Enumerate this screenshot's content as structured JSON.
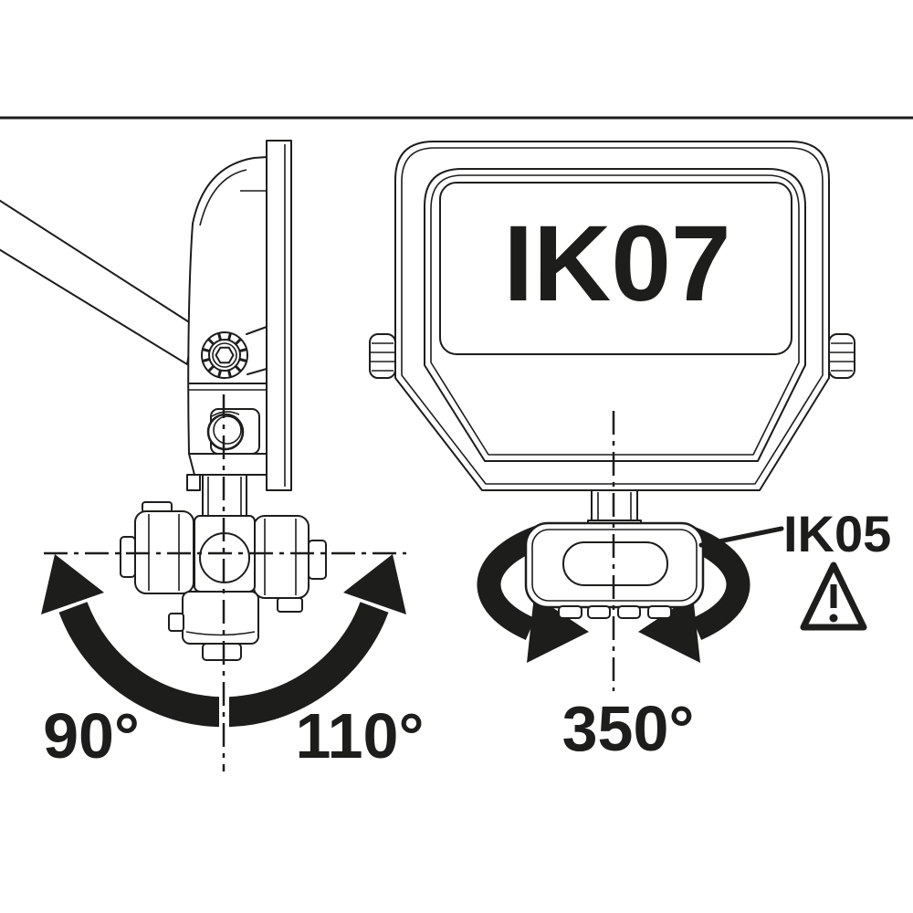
{
  "diagram": {
    "colors": {
      "ink": "#1d1d1b",
      "background": "#ffffff"
    },
    "side_view": {
      "tilt_angle_left": "90°",
      "tilt_angle_right": "110°"
    },
    "front_view": {
      "impact_rating": "IK07",
      "rotation_angle": "350°"
    },
    "junction_box": {
      "impact_rating": "IK05",
      "warning_icon": "warning-triangle"
    }
  }
}
